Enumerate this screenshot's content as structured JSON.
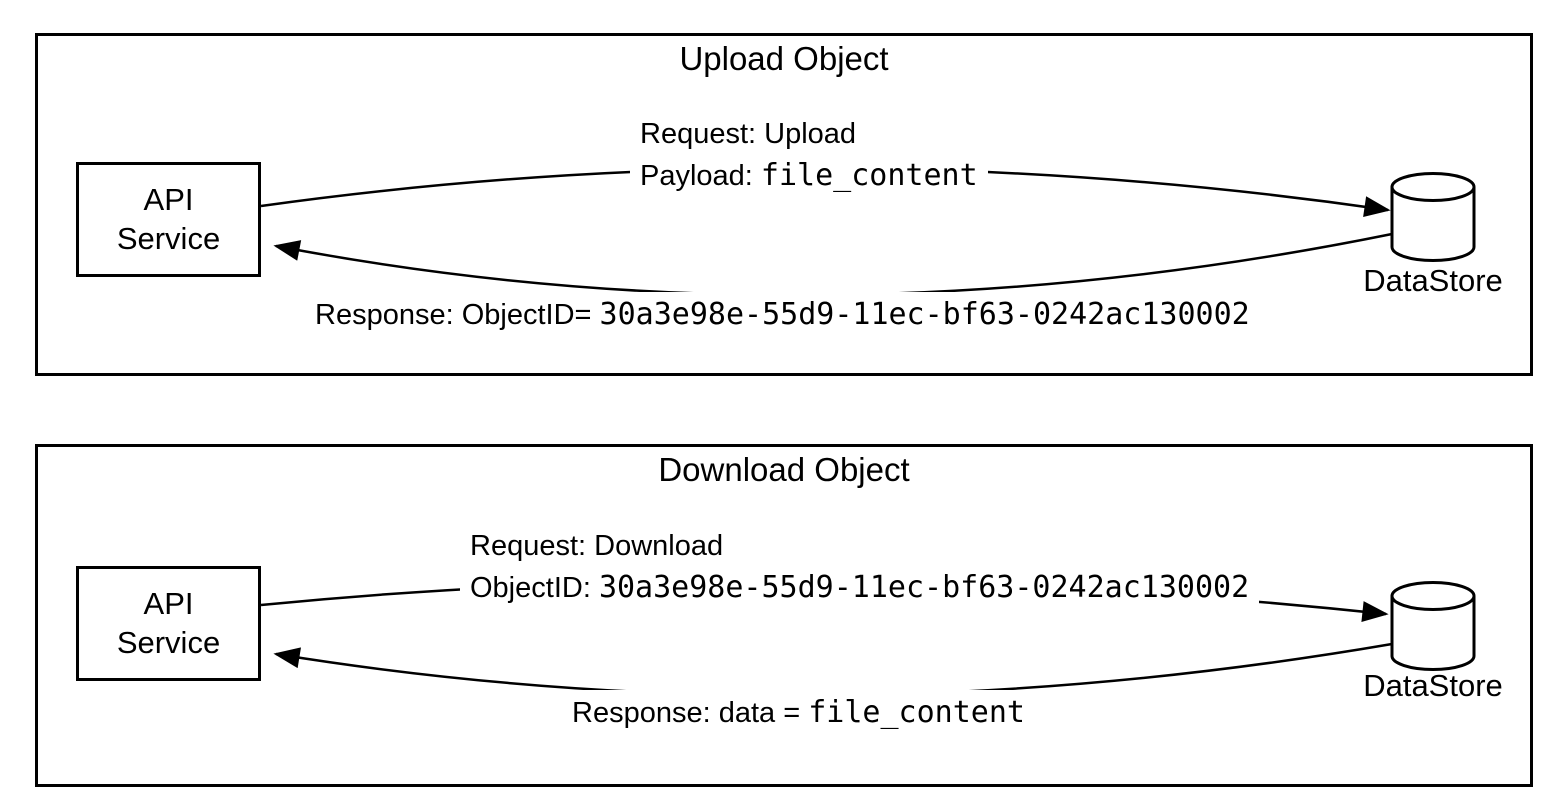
{
  "diagram": {
    "colors": {
      "stroke": "#000000",
      "background": "#ffffff"
    },
    "object_id": "30a3e98e-55d9-11ec-bf63-0242ac130002",
    "panels": [
      {
        "title": "Upload Object",
        "actor_line1": "API",
        "actor_line2": "Service",
        "request_line1": "Request: Upload",
        "request_line2_label": "Payload: ",
        "request_line2_code": "file_content",
        "response_label": "Response: ObjectID= ",
        "response_code": "30a3e98e-55d9-11ec-bf63-0242ac130002",
        "store_label": "DataStore"
      },
      {
        "title": "Download Object",
        "actor_line1": "API",
        "actor_line2": "Service",
        "request_line1": "Request: Download",
        "request_line2_label": "ObjectID: ",
        "request_line2_code": "30a3e98e-55d9-11ec-bf63-0242ac130002",
        "response_label": "Response: data = ",
        "response_code": "file_content",
        "store_label": "DataStore"
      }
    ]
  }
}
